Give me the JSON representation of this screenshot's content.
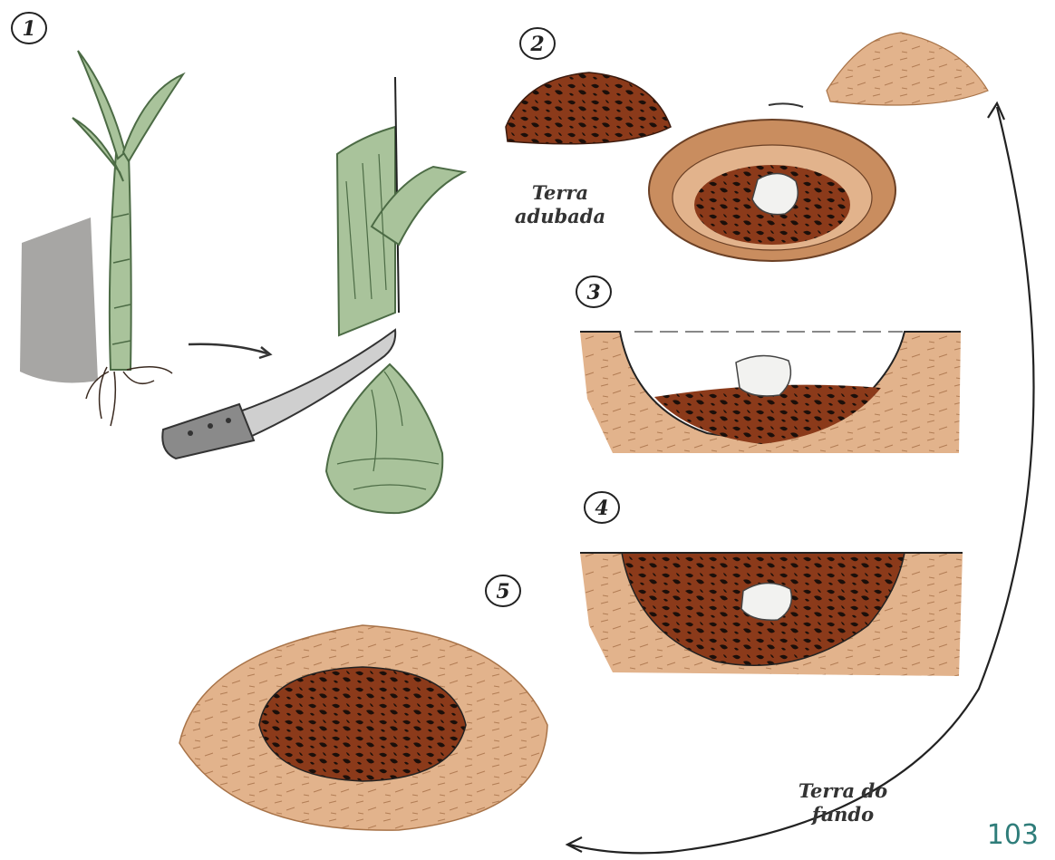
{
  "steps": [
    {
      "number": "1"
    },
    {
      "number": "2"
    },
    {
      "number": "3"
    },
    {
      "number": "4"
    },
    {
      "number": "5"
    }
  ],
  "captions": {
    "fertilized_soil": [
      "Terra",
      "adubada"
    ],
    "bottom_soil": [
      "Terra do",
      "fundo"
    ]
  },
  "page_number": "103",
  "colors": {
    "plant_green": "#a9c39b",
    "dark_green": "#4c6b45",
    "soil_light": "#e2b38c",
    "soil_mid": "#c98d5f",
    "fertilized_soil": "#8b3a1a",
    "fertilized_dark": "#1b0f0a",
    "trunk_gray": "#a7a6a4",
    "page_number": "#2f7d7a"
  }
}
